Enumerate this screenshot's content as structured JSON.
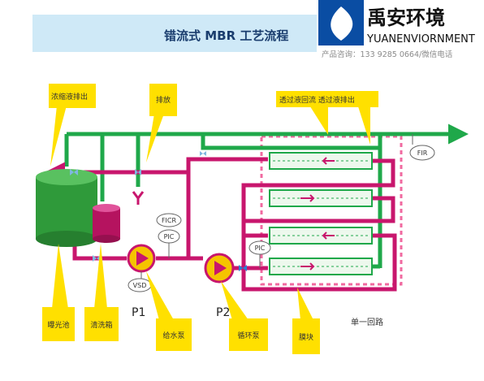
{
  "header": {
    "title": "错流式 MBR 工艺流程"
  },
  "logo": {
    "cn": "禹安环境",
    "en": "YUANENVIORNMENT",
    "contact": "产品咨询：133 9285 0664/微信电话"
  },
  "labels": {
    "concentrate_discharge": "浓缩液排出",
    "drain": "排放",
    "permeate": "透过液回流   透过液排出",
    "aeration_tank": "曝光池",
    "cleaning_tank": "清洗箱",
    "feed_pump": "给水泵",
    "circulation_pump": "循环泵",
    "membrane_block": "膜块",
    "single_loop": "单一回路"
  },
  "instruments": {
    "fir": "FIR",
    "ficr": "FICR",
    "pic1": "PIC",
    "pic2": "PIC",
    "vsd": "VSD"
  },
  "pumps": {
    "p1": "P1",
    "p2": "P2"
  },
  "colors": {
    "header_bg": "#cfe9f7",
    "label_yellow": "#ffe000",
    "pipe_green": "#1fa84a",
    "pipe_magenta": "#c8166d",
    "pump_yellow": "#f5c400",
    "tank_green": "#2f9a3a"
  }
}
